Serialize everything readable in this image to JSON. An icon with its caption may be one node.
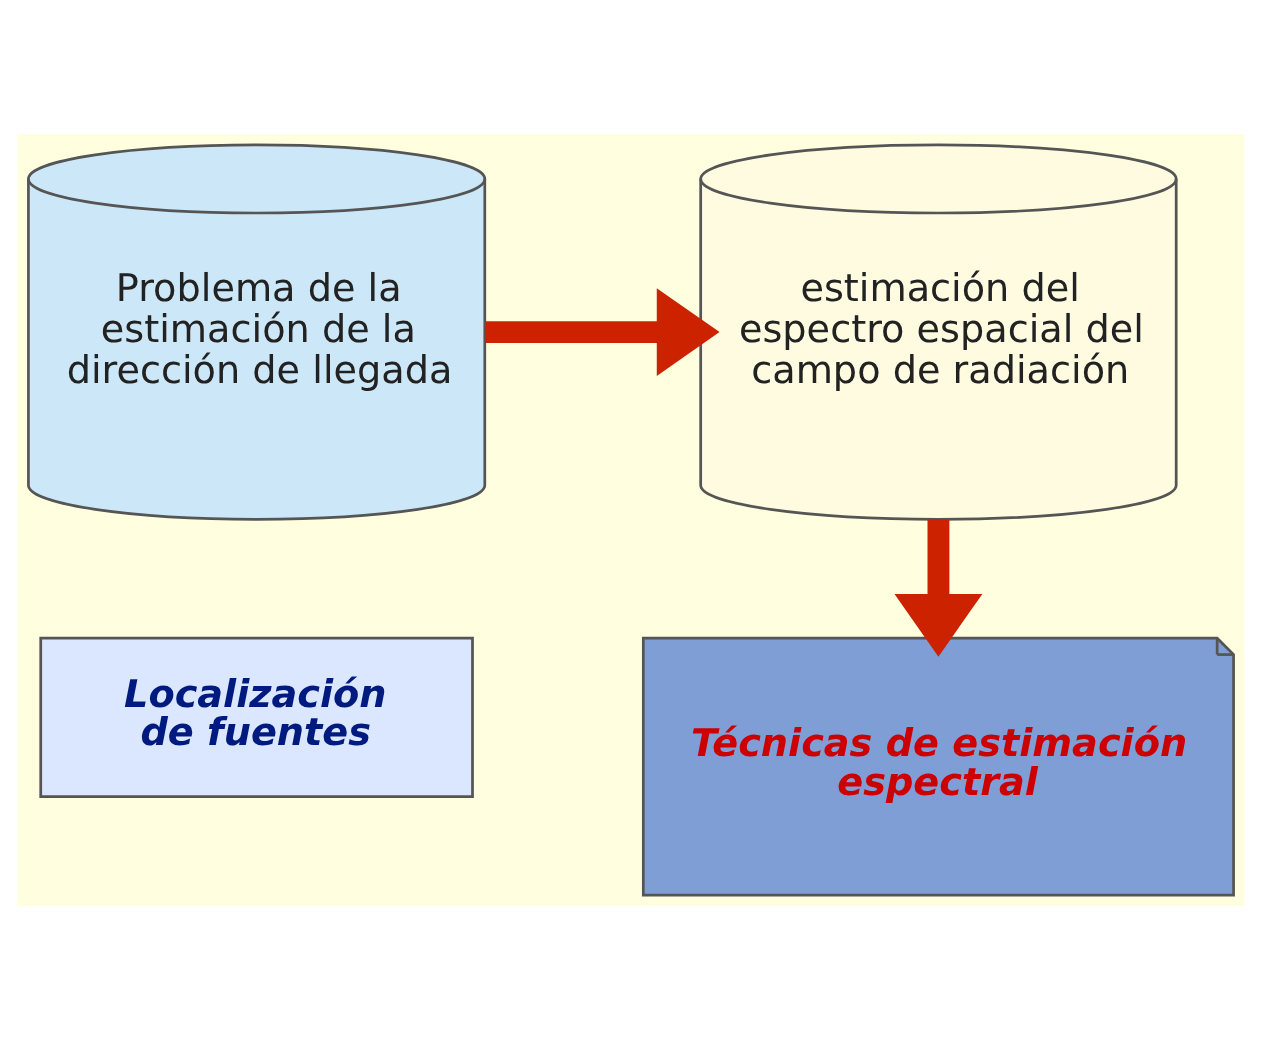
{
  "diagram": {
    "nodes": [
      {
        "text": [
          "Problema de la estimación de la dirección de llegada"
        ]
      },
      {
        "text": [
          "estimación del espectro espacial del campo de radiación"
        ]
      },
      {
        "text": [
          "Localización de fuentes"
        ]
      },
      {
        "text": [
          "Técnicas de estimación espectral"
        ]
      }
    ],
    "edges": [
      {
        "from": 0,
        "to": 1,
        "arrow": "to"
      },
      {
        "from": 1,
        "to": 3,
        "arrow": "to"
      }
    ]
  }
}
